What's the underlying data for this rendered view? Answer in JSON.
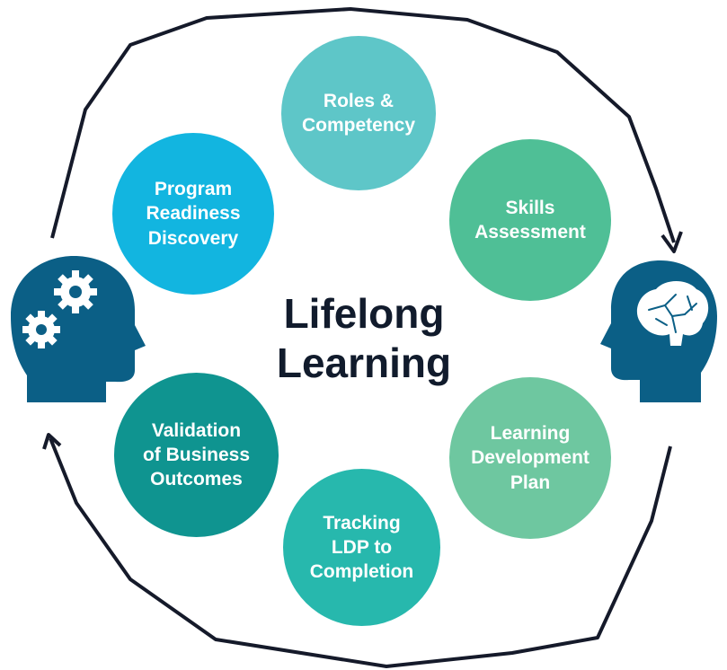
{
  "diagram": {
    "center_title": [
      "Lifelong",
      "Learning"
    ],
    "nodes": [
      {
        "id": "roles-competency",
        "lines": [
          "Roles &",
          "Competency"
        ],
        "color": "#5ec6c8"
      },
      {
        "id": "skills-assessment",
        "lines": [
          "Skills",
          "Assessment"
        ],
        "color": "#4fbf96"
      },
      {
        "id": "learning-development-plan",
        "lines": [
          "Learning",
          "Development",
          "Plan"
        ],
        "color": "#6ec7a0"
      },
      {
        "id": "tracking-ldp",
        "lines": [
          "Tracking",
          "LDP to",
          "Completion"
        ],
        "color": "#27b8ad"
      },
      {
        "id": "validation-business-outcomes",
        "lines": [
          "Validation",
          "of Business",
          "Outcomes"
        ],
        "color": "#0f9490"
      },
      {
        "id": "program-readiness-discovery",
        "lines": [
          "Program",
          "Readiness",
          "Discovery"
        ],
        "color": "#12b5e0"
      }
    ],
    "icons": {
      "left": "head-with-gears-icon",
      "right": "head-with-brain-icon",
      "icon_color": "#0b5f86"
    },
    "arrow_color": "#151a2a"
  }
}
